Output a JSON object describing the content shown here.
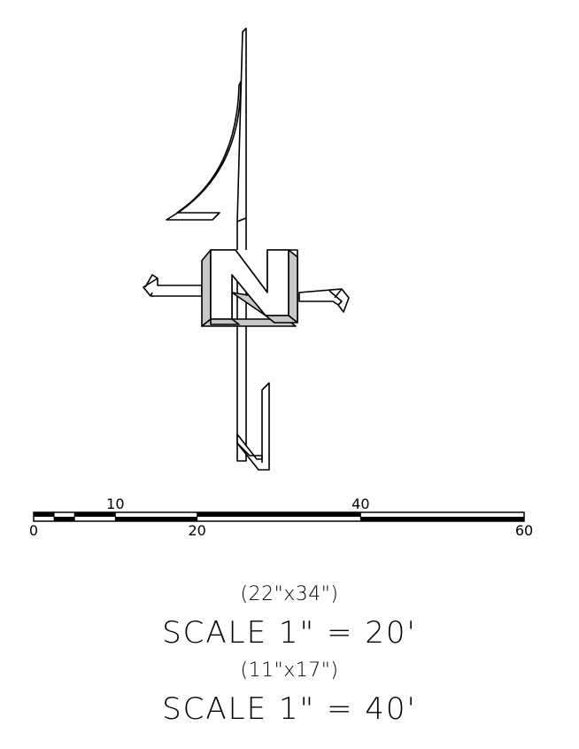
{
  "north_arrow": {
    "letter": "N",
    "colors": {
      "stroke": "#000000",
      "face": "#ffffff",
      "shade": "#c8c8c8"
    }
  },
  "scale_bar": {
    "unit": "feet",
    "top_labels": [
      {
        "value": 10,
        "text": "10"
      },
      {
        "value": 40,
        "text": "40"
      }
    ],
    "bottom_labels": [
      {
        "value": 0,
        "text": "0"
      },
      {
        "value": 20,
        "text": "20"
      },
      {
        "value": 60,
        "text": "60"
      }
    ]
  },
  "captions": {
    "sheet_full": "(22\"x34\")",
    "scale_full": "SCALE 1\" = 20'",
    "sheet_half": "(11\"x17\")",
    "scale_half": "SCALE 1\" = 40'"
  }
}
